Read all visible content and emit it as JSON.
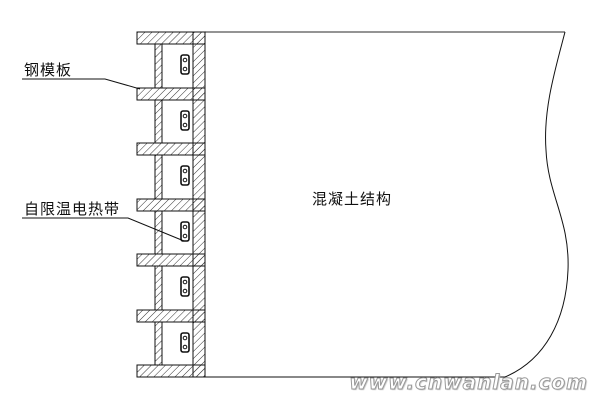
{
  "labels": {
    "steel_formwork": "钢模板",
    "heating_band": "自限温电热带",
    "concrete_structure": "混凝土结构"
  },
  "watermark": "www.cnwanlan.com",
  "colors": {
    "line": "#111111",
    "hatch": "#333333",
    "background": "#ffffff",
    "watermark_stroke": "#999999"
  },
  "structure": {
    "formwork_cells": 6,
    "flanges": 7,
    "heating_bands": 6
  }
}
